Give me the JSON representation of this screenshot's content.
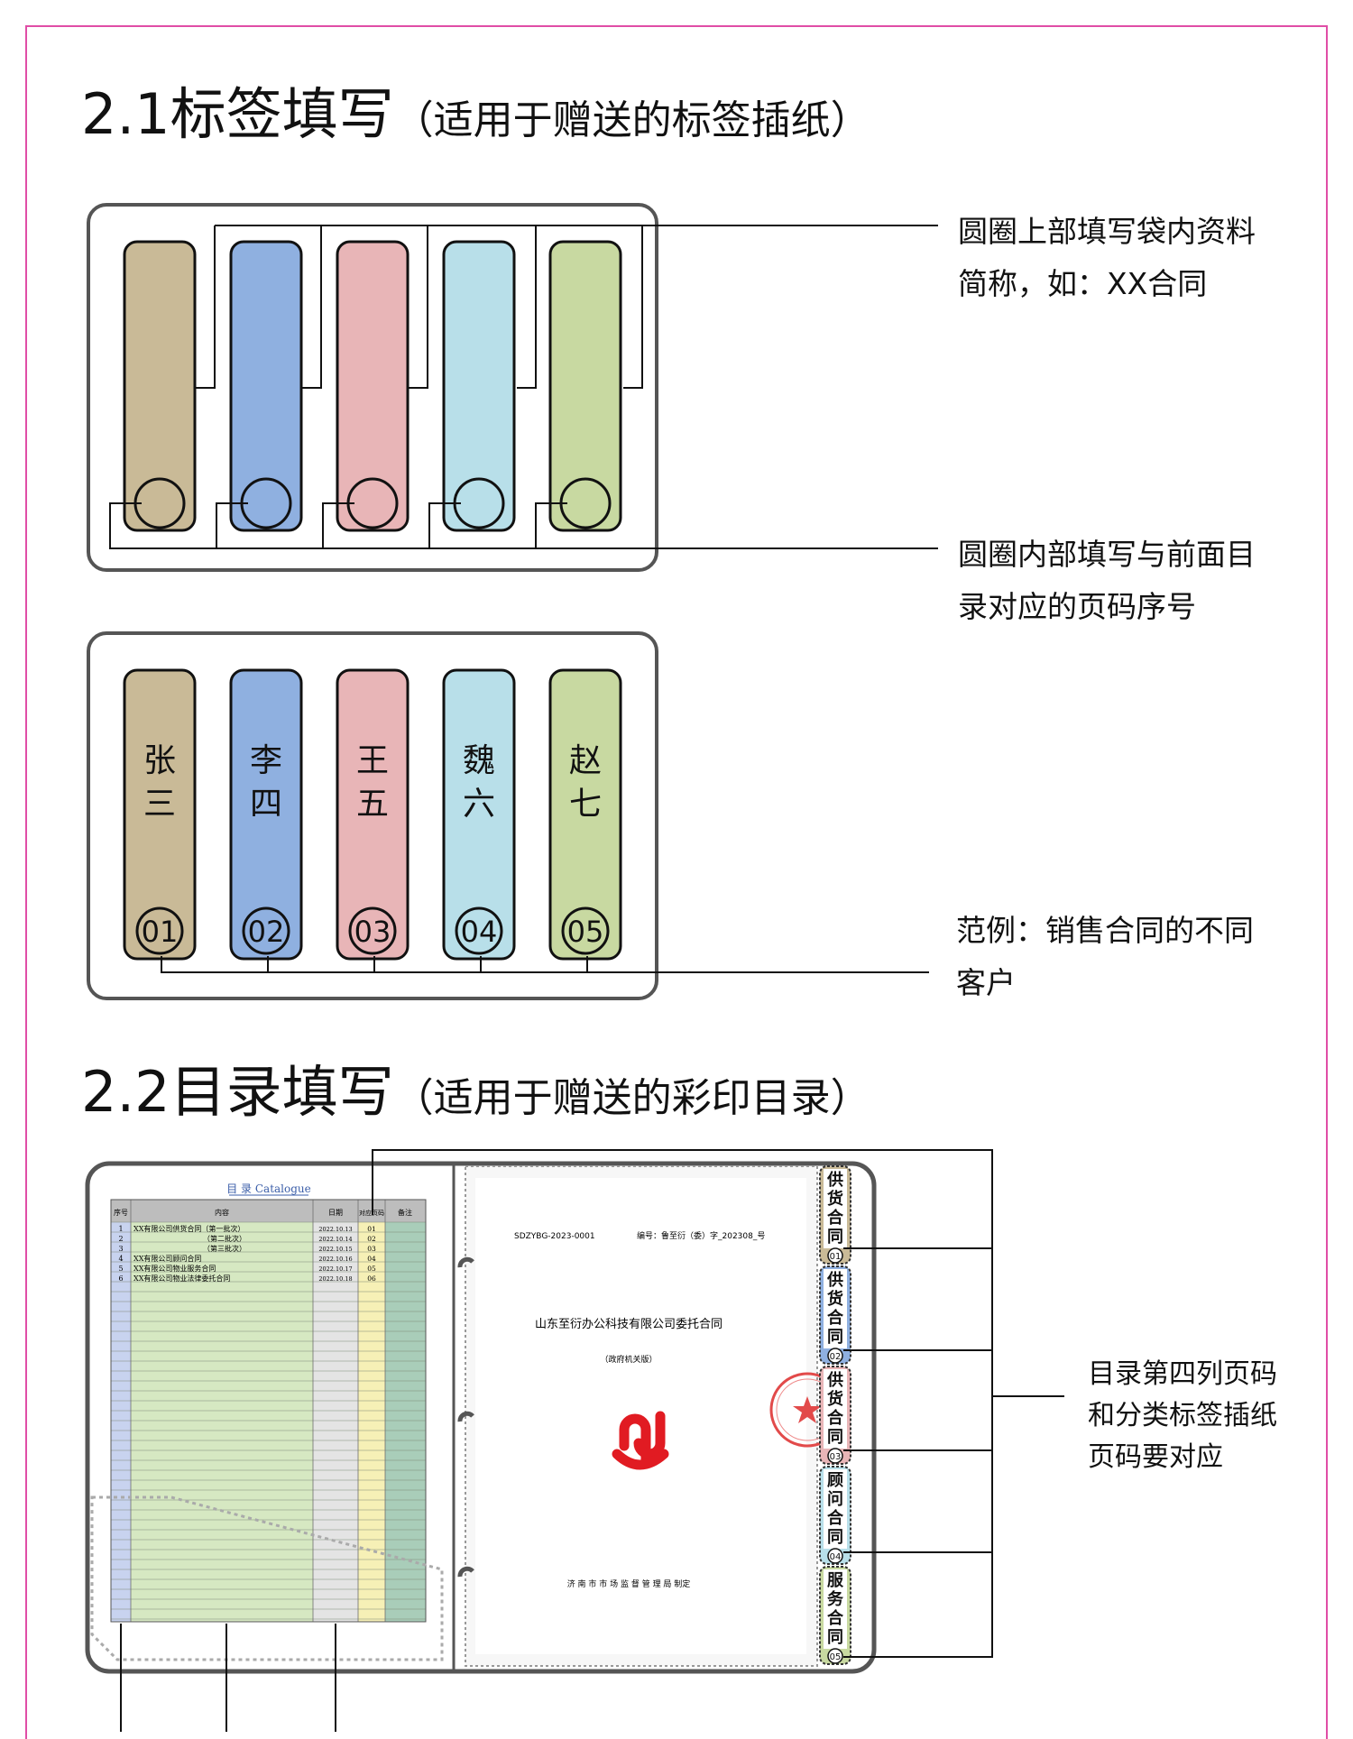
{
  "section1": {
    "title": "2.1标签填写",
    "subtitle": "（适用于赠送的标签插纸）",
    "notes": [
      "圆圈上部填写袋内资料简称，如：XX合同",
      "圆圈内部填写与前面目录对应的页码序号",
      "范例：销售合同的不同客户"
    ],
    "tab_colors": [
      "#c9ba97",
      "#8fb0e0",
      "#e8b5b7",
      "#b8dfe9",
      "#c8d9a1"
    ],
    "example_names": [
      [
        "张",
        "三"
      ],
      [
        "李",
        "四"
      ],
      [
        "王",
        "五"
      ],
      [
        "魏",
        "六"
      ],
      [
        "赵",
        "七"
      ]
    ],
    "example_numbers": [
      "01",
      "02",
      "03",
      "04",
      "05"
    ]
  },
  "section2": {
    "title": "2.2目录填写",
    "subtitle": "（适用于赠送的彩印目录）",
    "note": "目录第四列页码和分类标签插纸页码要对应",
    "catalogue": {
      "heading": "目 录 Catalogue",
      "headers": [
        "序号",
        "内容",
        "日期",
        "对应页码",
        "备注"
      ],
      "rows": [
        [
          "1",
          "XX有限公司供货合同（第一批次）",
          "2022.10.13",
          "01"
        ],
        [
          "2",
          "（第二批次）",
          "2022.10.14",
          "02"
        ],
        [
          "3",
          "（第三批次）",
          "2022.10.15",
          "03"
        ],
        [
          "4",
          "XX有限公司顾问合同",
          "2022.10.16",
          "04"
        ],
        [
          "5",
          "XX有限公司物业服务合同",
          "2022.10.17",
          "05"
        ],
        [
          "6",
          "XX有限公司物业法律委托合同",
          "2022.10.18",
          "06"
        ]
      ]
    },
    "document": {
      "number": "SDZYBG-2023-0001",
      "code": "编号：鲁至衍（委）字_202308_号",
      "title": "山东至衍办公科技有限公司委托合同",
      "subtitle": "（政府机关版）",
      "footer": "济 南 市 市 场 监 督 管 理 局 制定"
    },
    "side_tabs": [
      {
        "label": [
          "供",
          "货",
          "合",
          "同"
        ],
        "num": "01"
      },
      {
        "label": [
          "供",
          "货",
          "合",
          "同"
        ],
        "num": "02"
      },
      {
        "label": [
          "供",
          "货",
          "合",
          "同"
        ],
        "num": "03"
      },
      {
        "label": [
          "顾",
          "问",
          "合",
          "同"
        ],
        "num": "04"
      },
      {
        "label": [
          "服",
          "务",
          "合",
          "同"
        ],
        "num": "05"
      }
    ]
  }
}
